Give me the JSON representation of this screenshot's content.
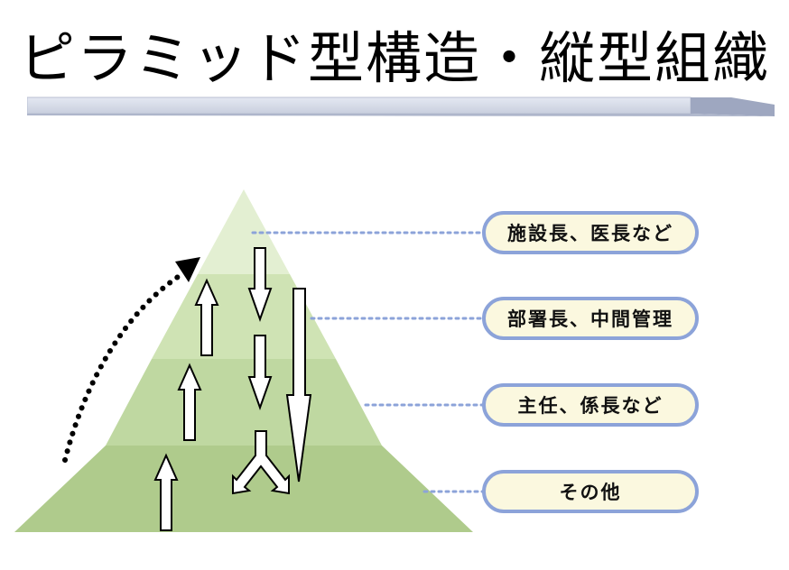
{
  "slide": {
    "title": "ピラミッド型構造・縦型組織"
  },
  "levels": [
    {
      "label": "施設長、医長など"
    },
    {
      "label": "部署長、中間管理"
    },
    {
      "label": "主任、係長など"
    },
    {
      "label": "その他"
    }
  ],
  "colors": {
    "tier_1": "#e3efd2",
    "tier_2": "#cfe3b4",
    "tier_3": "#bfd8a1",
    "tier_4": "#afcb8c",
    "connector": "#8ca3d9",
    "label_bg": "#fbf8df",
    "label_border": "#8ca3d9"
  }
}
